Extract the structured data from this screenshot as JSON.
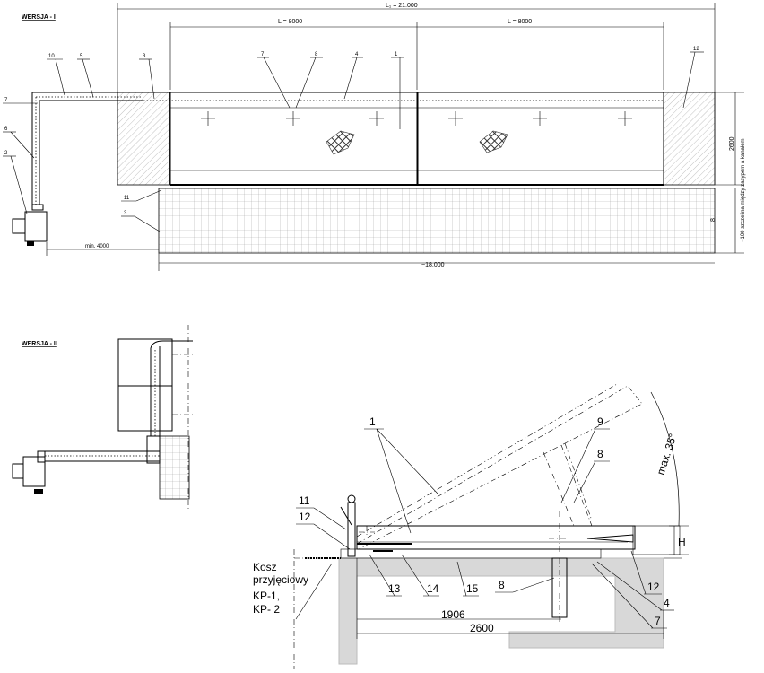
{
  "variant1": {
    "title": "WERSJA - I",
    "dim_total": "L₁ = 21.000",
    "dim_seg1": "L = 8000",
    "dim_seg2": "L = 8000",
    "dim_height": "2600",
    "dim_bottom": "~18.000",
    "dim_min": "min. 4000",
    "dim_side": "8",
    "side_note": "~100  szczelina między  zasypem a kanałem",
    "labels": [
      "10",
      "5",
      "3",
      "7",
      "8",
      "4",
      "1",
      "12",
      "7",
      "6",
      "2",
      "11",
      "3"
    ]
  },
  "variant2": {
    "title": "WERSJA - II"
  },
  "section": {
    "labels": [
      "1",
      "9",
      "8",
      "11",
      "12",
      "13",
      "14",
      "15",
      "8",
      "12",
      "4",
      "7"
    ],
    "angle": "max. 35°",
    "height": "H",
    "dim1": "1906",
    "dim2": "2600",
    "kosz_line1": "Kosz",
    "kosz_line2": "przyjęciowy",
    "kosz_line3": "KP-1,",
    "kosz_line4": "KP- 2"
  }
}
